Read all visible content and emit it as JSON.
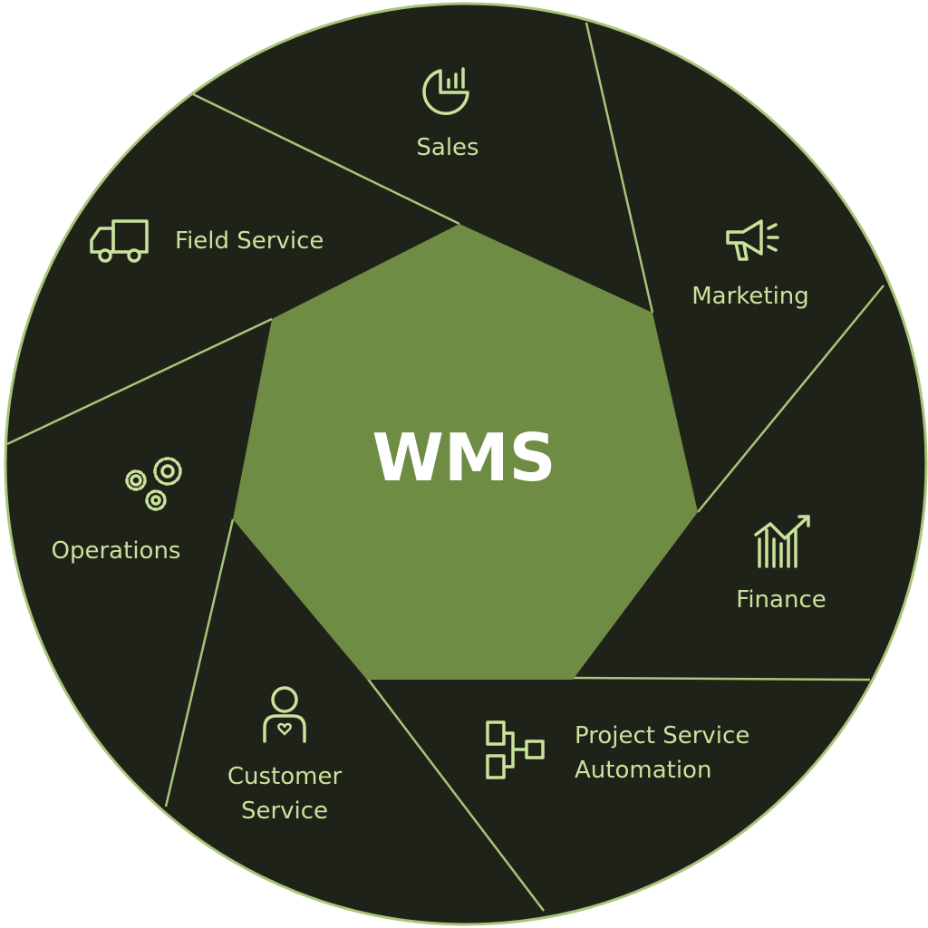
{
  "center": {
    "label": "WMS"
  },
  "segments": [
    {
      "label": "Sales",
      "icon": "pie-chart-bars-icon"
    },
    {
      "label": "Marketing",
      "icon": "megaphone-icon"
    },
    {
      "label": "Finance",
      "icon": "growth-chart-icon"
    },
    {
      "label_line1": "Project Service",
      "label_line2": "Automation",
      "icon": "org-chart-icon"
    },
    {
      "label_line1": "Customer",
      "label_line2": "Service",
      "icon": "person-heart-icon"
    },
    {
      "label": "Operations",
      "icon": "gears-icon"
    },
    {
      "label": "Field Service",
      "icon": "truck-icon"
    }
  ],
  "colors": {
    "background": "#1f2219",
    "hub": "#6f8c45",
    "accent": "#c9e29c",
    "divider": "#a8c57a"
  }
}
